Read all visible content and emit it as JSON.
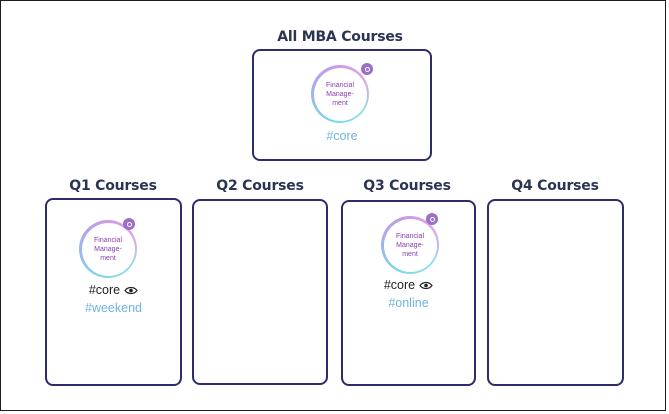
{
  "colors": {
    "box_border": "#2e2c6c",
    "heading": "#2c3454",
    "course_name": "#8a3fa8",
    "tag_blue": "#6fb4dc",
    "tag_dark": "#222222",
    "badge": "#9b6fc6"
  },
  "top": {
    "heading": "All MBA Courses",
    "course": {
      "name": "Financial\nManage-\nment",
      "badge_icon": "eye-badge-icon"
    },
    "tag": "#core"
  },
  "quarters": [
    {
      "heading": "Q1 Courses",
      "course": {
        "name": "Financial\nManage-\nment",
        "badge_icon": "eye-badge-icon"
      },
      "tag_primary": "#core",
      "tag_primary_icon": "eye-icon",
      "tag_secondary": "#weekend"
    },
    {
      "heading": "Q2 Courses"
    },
    {
      "heading": "Q3 Courses",
      "course": {
        "name": "Financial\nManage-\nment",
        "badge_icon": "eye-badge-icon"
      },
      "tag_primary": "#core",
      "tag_primary_icon": "eye-icon",
      "tag_secondary": "#online"
    },
    {
      "heading": "Q4 Courses"
    }
  ]
}
